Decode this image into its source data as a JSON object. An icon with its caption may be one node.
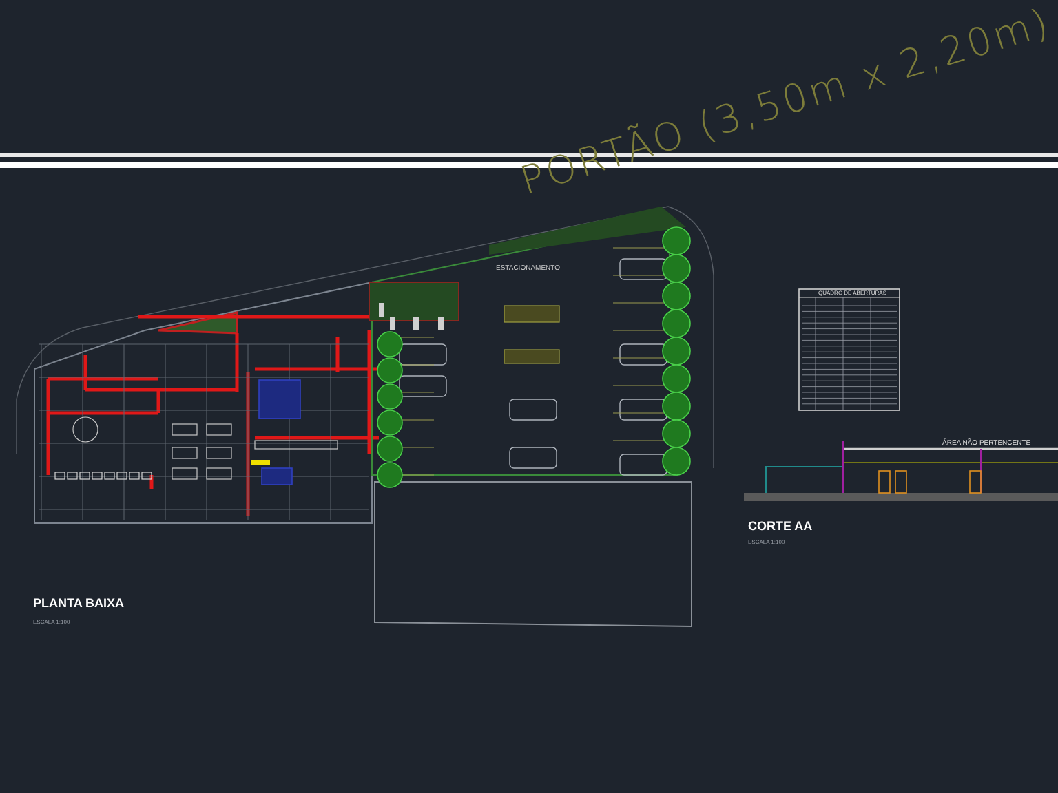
{
  "diagram": {
    "labels": [
      "PORTÃO (3,50m x 2,20m)",
      "ESTACIONAMENTO",
      "QUADRO DE ABERTURAS",
      "ÁREA NÃO PERTENCENTE",
      "PLANTA BAIXA",
      "ESCALA 1:100",
      "CORTE AA",
      "ESCALA 1:100"
    ]
  }
}
